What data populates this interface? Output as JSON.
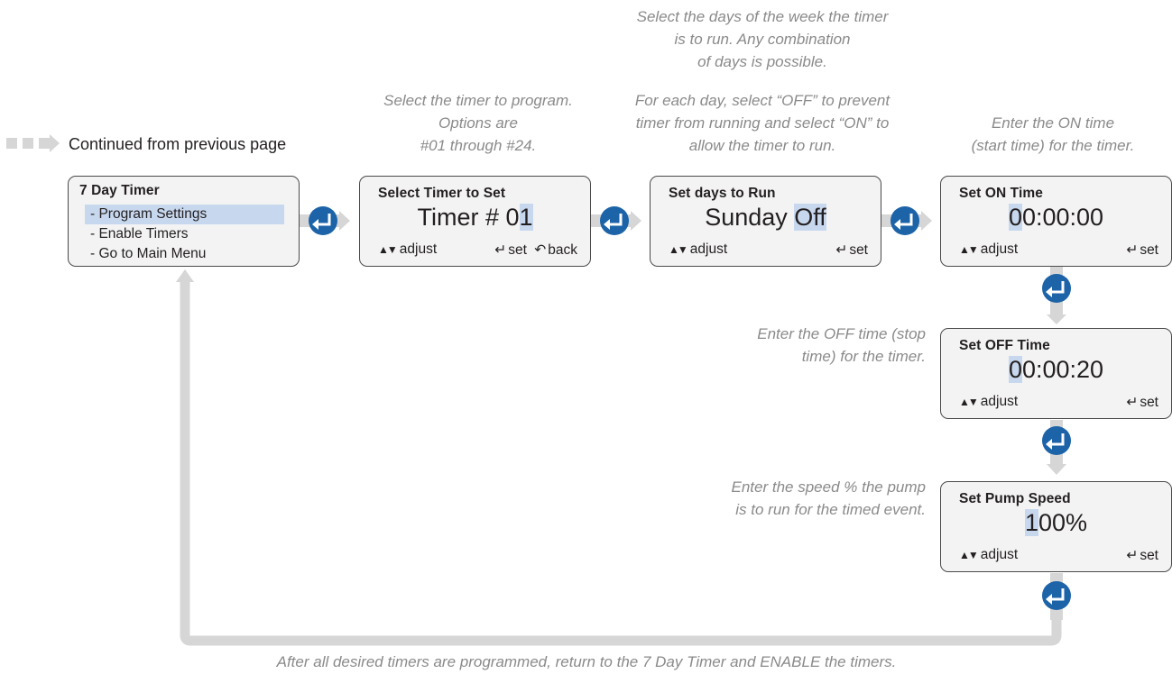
{
  "continued_label": "Continued from previous page",
  "notes": {
    "select_timer": [
      "Select the timer to program.",
      "Options are",
      "#01 through #24."
    ],
    "days_top": [
      "Select the days of the week the timer",
      "is to run. Any combination",
      "of days is possible."
    ],
    "days_bottom": [
      "For each day, select “OFF” to prevent",
      "timer from running and select “ON” to",
      "allow the timer to run."
    ],
    "on_time": [
      "Enter the ON time",
      "(start time) for the timer."
    ],
    "off_time": [
      "Enter the OFF time (stop",
      "time) for the timer."
    ],
    "speed": [
      "Enter the speed % the pump",
      "is to run for the timed event."
    ],
    "bottom": "After all desired timers are programmed, return to the 7 Day Timer and ENABLE the timers."
  },
  "menu_panel": {
    "title": "7 Day Timer",
    "items": [
      "- Program Settings",
      "- Enable Timers",
      "- Go to Main Menu"
    ]
  },
  "timer_panel": {
    "title": "Select Timer to Set",
    "value_prefix": "Timer # 0",
    "value_highlight": "1",
    "adjust": "adjust",
    "set": "set",
    "back": "back"
  },
  "days_panel": {
    "title": "Set days to Run",
    "value_prefix": "Sunday ",
    "value_highlight": "Off",
    "adjust": "adjust",
    "set": "set"
  },
  "on_panel": {
    "title": "Set ON Time",
    "value_highlight": "0",
    "value_rest": "0:00:00",
    "adjust": "adjust",
    "set": "set"
  },
  "off_panel": {
    "title": "Set OFF Time",
    "value_highlight": "0",
    "value_rest": "0:00:20",
    "adjust": "adjust",
    "set": "set"
  },
  "speed_panel": {
    "title": "Set Pump Speed",
    "value_highlight": "1",
    "value_rest": "00%",
    "adjust": "adjust",
    "set": "set"
  },
  "glyphs": {
    "up_down": "▲▼",
    "enter": "↵",
    "back": "↶"
  },
  "colors": {
    "enter_button": "#1c63a8",
    "connector": "#d6d6d6",
    "highlight": "#c7d8ee"
  },
  "icons": [
    "enter-icon",
    "arrow-right-icon",
    "arrow-down-icon"
  ]
}
